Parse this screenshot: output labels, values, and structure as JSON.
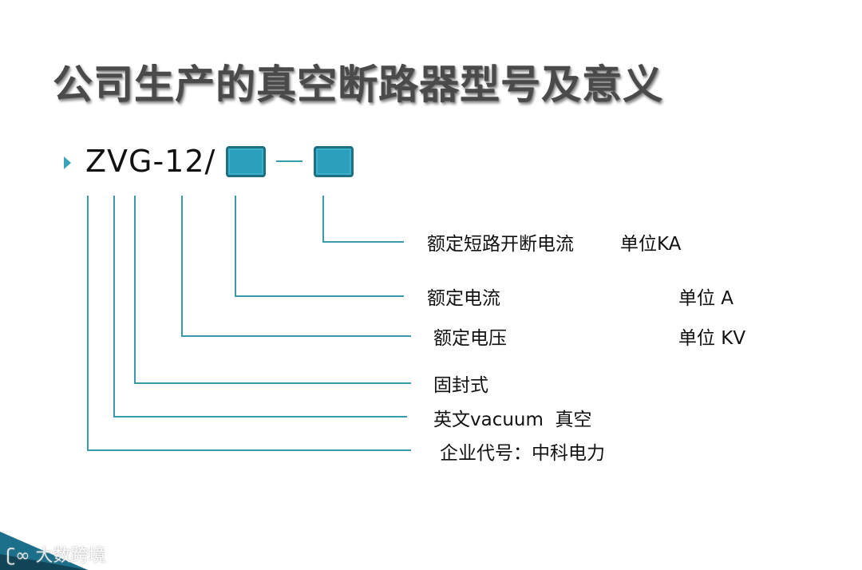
{
  "slide": {
    "title": "公司生产的真空断路器型号及意义",
    "model_code": "ZVG-12/",
    "placeholder_boxes": 2,
    "colors": {
      "accent": "#2c9fbd",
      "line": "#3a9aa8",
      "title": "#4a4a4a"
    }
  },
  "annotations": [
    {
      "text": "额定短路开断电流",
      "unit": "单位KA"
    },
    {
      "text": "额定电流",
      "unit": "单位 A"
    },
    {
      "text": "额定电压",
      "unit": "单位 KV"
    },
    {
      "text": "固封式",
      "unit": ""
    },
    {
      "text": "英文vacuum  真空",
      "unit": ""
    },
    {
      "text": "企业代号：中科电力",
      "unit": ""
    }
  ],
  "watermark": {
    "text": "大数跨境",
    "icon": "logo-icon"
  }
}
